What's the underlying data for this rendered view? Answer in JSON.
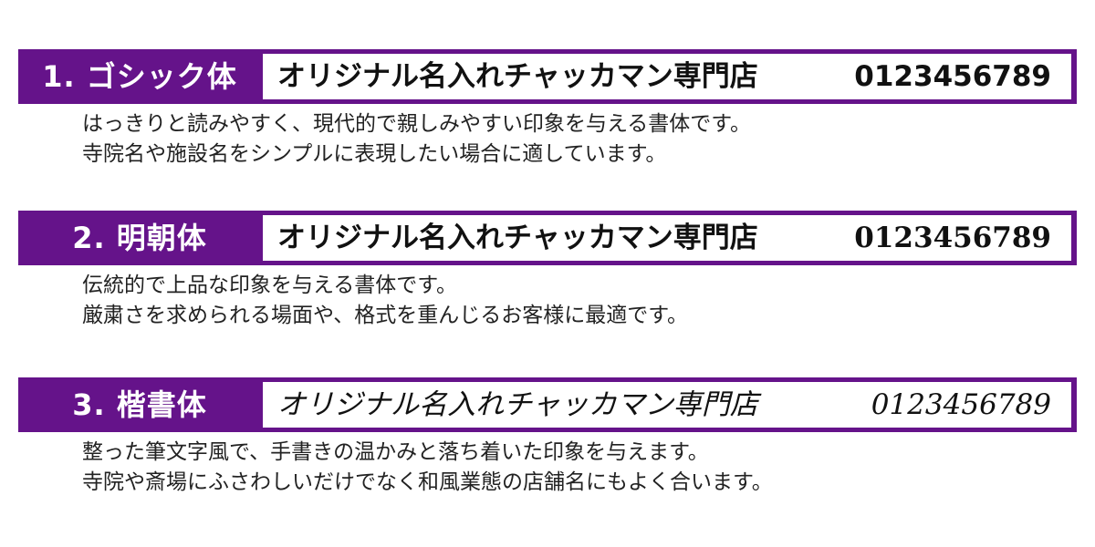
{
  "sections": [
    {
      "label": "1. ゴシック体",
      "sample_name": "オリジナル名入れチャッカマン専門店",
      "sample_digits": "0123456789",
      "lines": [
        "はっきりと読みやすく、現代的で親しみやすい印象を与える書体です。",
        "寺院名や施設名をシンプルに表現したい場合に適しています。"
      ]
    },
    {
      "label": "2. 明朝体",
      "sample_name": "オリジナル名入れチャッカマン専門店",
      "sample_digits": "0123456789",
      "lines": [
        "伝統的で上品な印象を与える書体です。",
        "厳粛さを求められる場面や、格式を重んじるお客様に最適です。"
      ]
    },
    {
      "label": "3. 楷書体",
      "sample_name": "オリジナル名入れチャッカマン専門店",
      "sample_digits": "0123456789",
      "lines": [
        "整った筆文字風で、手書きの温かみと落ち着いた印象を与えます。",
        "寺院や斎場にふさわしいだけでなく和風業態の店舗名にもよく合います。"
      ]
    }
  ],
  "colors": {
    "banner": "#65138a",
    "label_text": "#ffffff",
    "body_text": "#222222"
  }
}
